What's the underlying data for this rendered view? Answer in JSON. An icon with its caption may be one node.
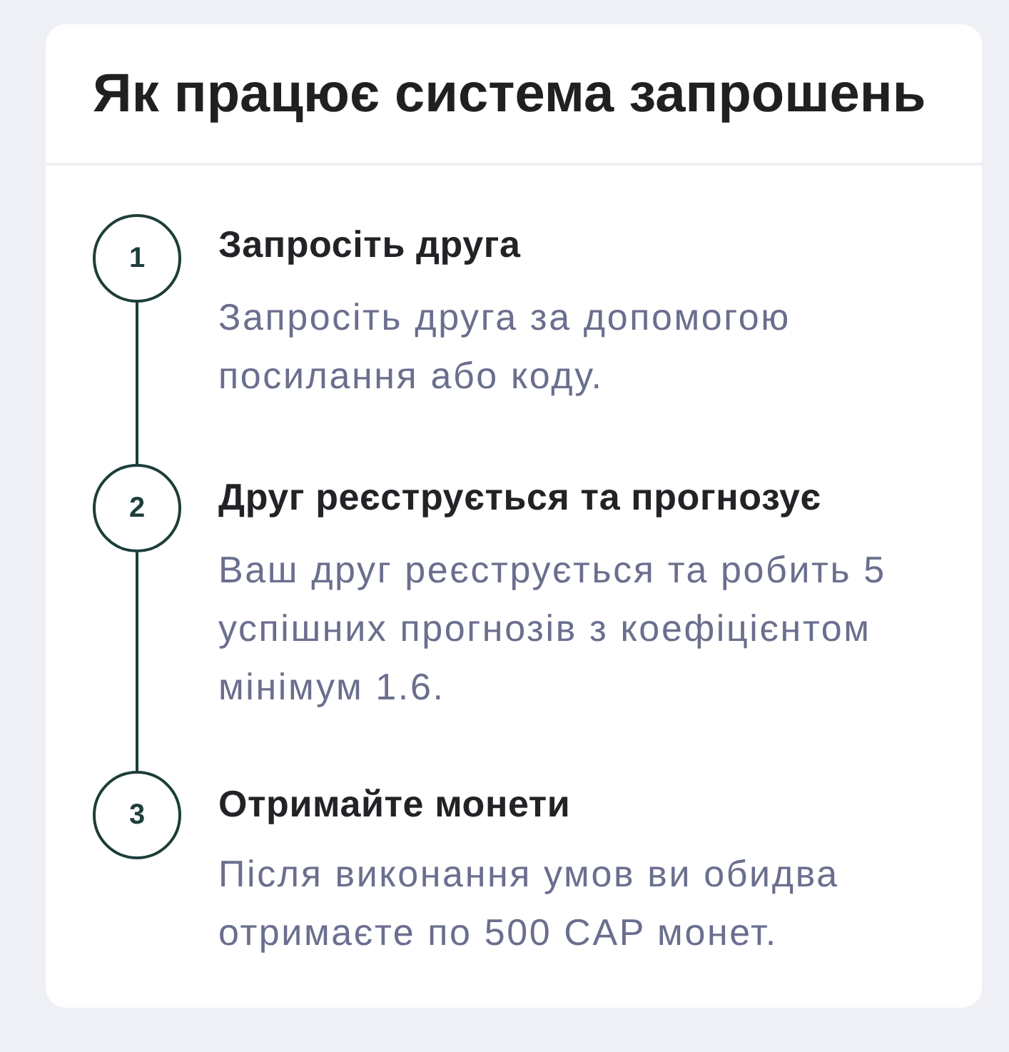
{
  "diagram": {
    "title": "Як працює система запрошень",
    "nodes": [
      {
        "text": [
          "1"
        ],
        "beside": [
          "Запросіть друга",
          "Запросіть друга за допомогою посилання або коду."
        ]
      },
      {
        "text": [
          "2"
        ],
        "beside": [
          "Друг реєструється та прогнозує",
          "Ваш друг реєструється та робить 5 успішних прогнозів з коефіцієнтом мінімум 1.6."
        ]
      },
      {
        "text": [
          "3"
        ],
        "beside": [
          "Отримайте монети",
          "Після виконання умов ви обидва отримаєте по 500 CAP монет."
        ]
      }
    ],
    "edges": [
      {
        "from": 0,
        "to": 1,
        "arrow": "none"
      },
      {
        "from": 1,
        "to": 2,
        "arrow": "none"
      }
    ]
  }
}
